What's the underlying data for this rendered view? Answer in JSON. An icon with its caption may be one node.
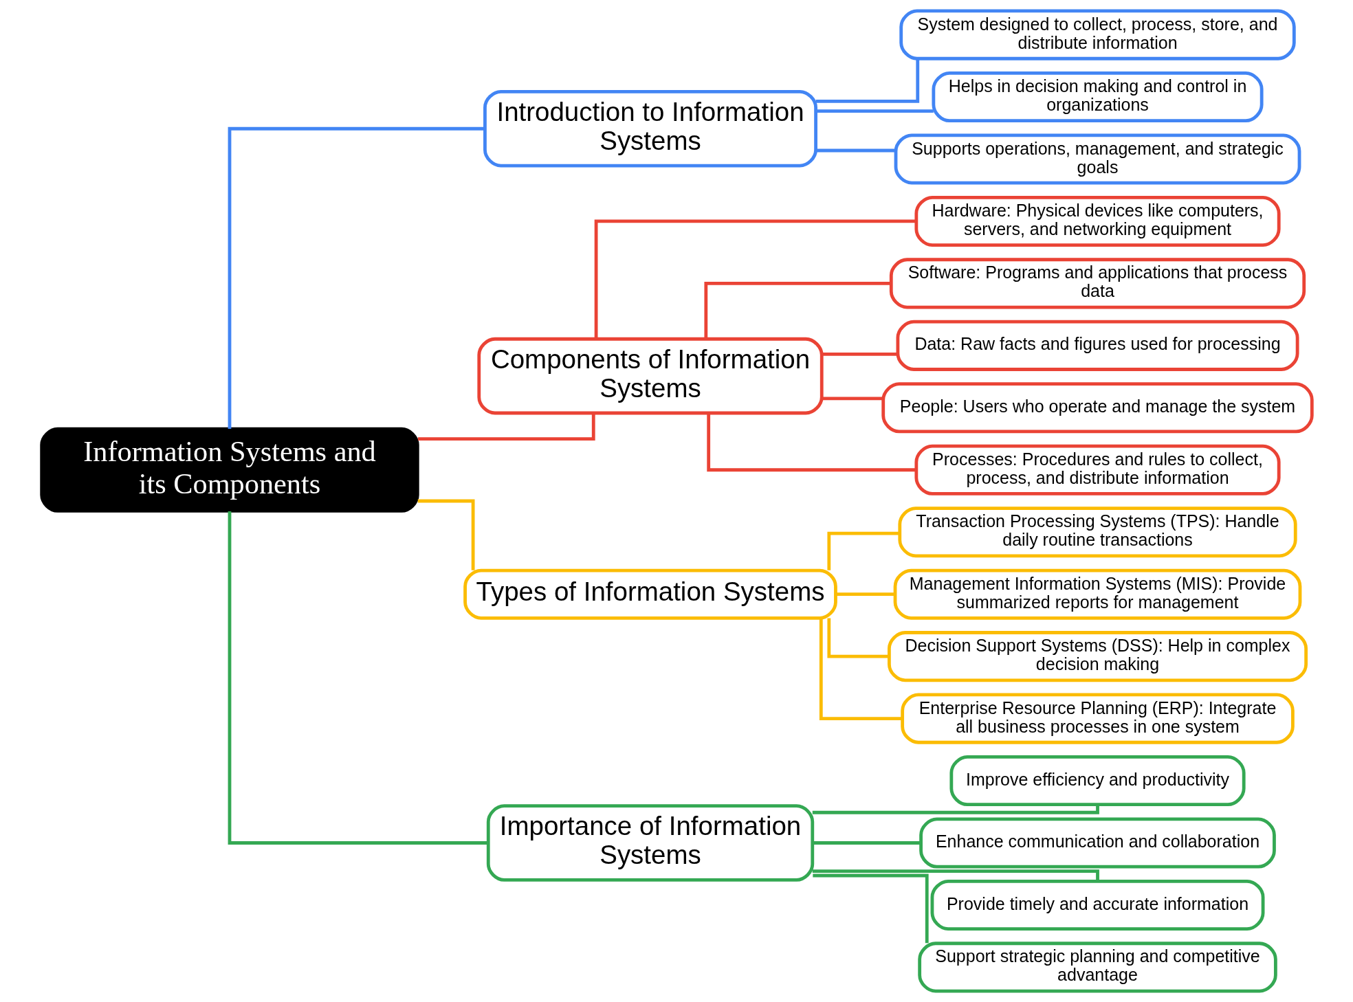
{
  "diagram": {
    "nodes": [
      {
        "text": [
          "Information Systems and its Components"
        ]
      },
      {
        "text": [
          "Introduction to Information Systems"
        ]
      },
      {
        "text": [
          "System designed to collect, process, store, and distribute information"
        ]
      },
      {
        "text": [
          "Helps in decision making and control in organizations"
        ]
      },
      {
        "text": [
          "Supports operations, management, and strategic goals"
        ]
      },
      {
        "text": [
          "Components of Information Systems"
        ]
      },
      {
        "text": [
          "Hardware: Physical devices like computers, servers, and networking equipment"
        ]
      },
      {
        "text": [
          "Software: Programs and applications that process data"
        ]
      },
      {
        "text": [
          "Data: Raw facts and figures used for processing"
        ]
      },
      {
        "text": [
          "People: Users who operate and manage the system"
        ]
      },
      {
        "text": [
          "Processes: Procedures and rules to collect, process, and distribute information"
        ]
      },
      {
        "text": [
          "Types of Information Systems"
        ]
      },
      {
        "text": [
          "Transaction Processing Systems (TPS): Handle daily routine transactions"
        ]
      },
      {
        "text": [
          "Management Information Systems (MIS): Provide summarized reports for management"
        ]
      },
      {
        "text": [
          "Decision Support Systems (DSS): Help in complex decision making"
        ]
      },
      {
        "text": [
          "Enterprise Resource Planning (ERP): Integrate all business processes in one system"
        ]
      },
      {
        "text": [
          "Importance of Information Systems"
        ]
      },
      {
        "text": [
          "Improve efficiency and productivity"
        ]
      },
      {
        "text": [
          "Enhance communication and collaboration"
        ]
      },
      {
        "text": [
          "Provide timely and accurate information"
        ]
      },
      {
        "text": [
          "Support strategic planning and competitive advantage"
        ]
      }
    ],
    "edges": [
      {
        "from": 0,
        "to": 1,
        "arrow": "none",
        "color": "#4285f4"
      },
      {
        "from": 1,
        "to": 2,
        "arrow": "none",
        "color": "#4285f4"
      },
      {
        "from": 1,
        "to": 3,
        "arrow": "none",
        "color": "#4285f4"
      },
      {
        "from": 1,
        "to": 4,
        "arrow": "none",
        "color": "#4285f4"
      },
      {
        "from": 0,
        "to": 5,
        "arrow": "none",
        "color": "#ea4335"
      },
      {
        "from": 5,
        "to": 6,
        "arrow": "none",
        "color": "#ea4335"
      },
      {
        "from": 5,
        "to": 7,
        "arrow": "none",
        "color": "#ea4335"
      },
      {
        "from": 5,
        "to": 8,
        "arrow": "none",
        "color": "#ea4335"
      },
      {
        "from": 5,
        "to": 9,
        "arrow": "none",
        "color": "#ea4335"
      },
      {
        "from": 5,
        "to": 10,
        "arrow": "none",
        "color": "#ea4335"
      },
      {
        "from": 0,
        "to": 11,
        "arrow": "none",
        "color": "#fbbc04"
      },
      {
        "from": 11,
        "to": 12,
        "arrow": "none",
        "color": "#fbbc04"
      },
      {
        "from": 11,
        "to": 13,
        "arrow": "none",
        "color": "#fbbc04"
      },
      {
        "from": 11,
        "to": 14,
        "arrow": "none",
        "color": "#fbbc04"
      },
      {
        "from": 11,
        "to": 15,
        "arrow": "none",
        "color": "#fbbc04"
      },
      {
        "from": 0,
        "to": 16,
        "arrow": "none",
        "color": "#34a853"
      },
      {
        "from": 16,
        "to": 17,
        "arrow": "none",
        "color": "#34a853"
      },
      {
        "from": 16,
        "to": 18,
        "arrow": "none",
        "color": "#34a853"
      },
      {
        "from": 16,
        "to": 19,
        "arrow": "none",
        "color": "#34a853"
      },
      {
        "from": 16,
        "to": 20,
        "arrow": "none",
        "color": "#34a853"
      }
    ]
  }
}
